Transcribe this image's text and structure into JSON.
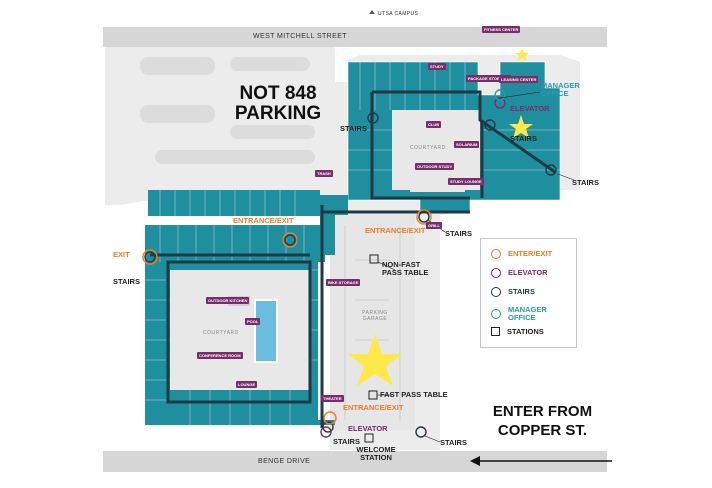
{
  "streets": {
    "north": "WEST MITCHELL STREET",
    "south": "BENGE DRIVE",
    "utsa": "UTSA CAMPUS"
  },
  "headline": {
    "line1": "NOT 848",
    "line2": "PARKING"
  },
  "enter": {
    "line1": "ENTER FROM",
    "line2": "COPPER ST."
  },
  "labels": {
    "manager_office": "MANAGER OFFICE",
    "elevator": "ELEVATOR",
    "stairs": "STAIRS",
    "entrance_exit": "ENTRANCE/EXIT",
    "exit": "EXIT",
    "non_fast_pass": "NON-FAST PASS TABLE",
    "fast_pass": "FAST PASS TABLE",
    "welcome_station": "WELCOME STATION",
    "courtyard": "COURTYARD",
    "parking_garage": "PARKING GARAGE"
  },
  "tags": [
    "FITNESS CENTER",
    "PACKAGE STORAGE",
    "STUDY",
    "CLUB",
    "LEASING CENTER",
    "SOLARIUM",
    "OUTDOOR STUDY",
    "STUDY LOUNGE",
    "BIKE STORAGE",
    "POOL",
    "OUTDOOR KITCHEN",
    "GRILL",
    "CONFERENCE ROOM",
    "TRASH",
    "LOUNGE",
    "THEATER"
  ],
  "legend": {
    "items": [
      {
        "label": "ENTER/EXIT",
        "color": "#f07a2a",
        "shape": "circle"
      },
      {
        "label": "ELEVATOR",
        "color": "#7a2d6d",
        "shape": "circle"
      },
      {
        "label": "STAIRS",
        "color": "#1e3a44",
        "shape": "circle"
      },
      {
        "label": "MANAGER OFFICE",
        "color": "#2b9bb0",
        "shape": "circle"
      },
      {
        "label": "STATIONS",
        "color": "#222222",
        "shape": "square"
      }
    ]
  },
  "colors": {
    "building": "#1f8f9f",
    "corridor": "#1e3a44",
    "road": "#d9d9d9",
    "star": "#ffe84a",
    "orange": "#f07a2a",
    "purple": "#7a2d6d",
    "teal": "#2b9bb0"
  }
}
